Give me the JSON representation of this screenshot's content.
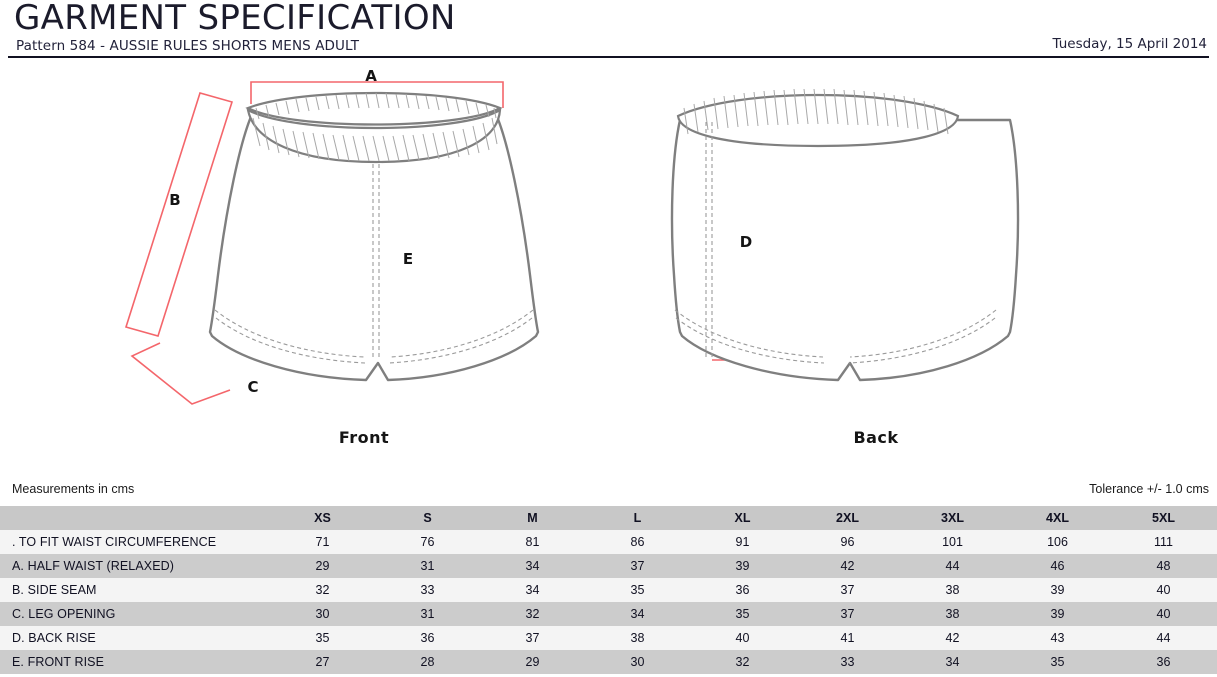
{
  "header": {
    "title": "GARMENT SPECIFICATION",
    "subtitle": "Pattern 584 - AUSSIE RULES SHORTS MENS ADULT",
    "date": "Tuesday, 15 April 2014"
  },
  "figures": {
    "front": {
      "caption": "Front",
      "callouts": {
        "a": "A",
        "b": "B",
        "c": "C",
        "e": "E"
      }
    },
    "back": {
      "caption": "Back",
      "callouts": {
        "d": "D"
      }
    }
  },
  "notes": {
    "units": "Measurements in cms",
    "tolerance": "Tolerance +/- 1.0 cms"
  },
  "colors": {
    "accent_red": "#F4666B",
    "garment_line": "#808080",
    "header_row": "#c8c8c8",
    "row_light": "#f4f4f4",
    "row_dark": "#cccccc"
  },
  "chart_data": {
    "type": "table",
    "title": "Garment measurement size chart",
    "units": "cms",
    "tolerance": "+/- 1.0 cms",
    "columns": [
      "",
      "XS",
      "S",
      "M",
      "L",
      "XL",
      "2XL",
      "3XL",
      "4XL",
      "5XL"
    ],
    "sizes": [
      "XS",
      "S",
      "M",
      "L",
      "XL",
      "2XL",
      "3XL",
      "4XL",
      "5XL"
    ],
    "rows": [
      {
        "label": ". TO FIT WAIST CIRCUMFERENCE",
        "code": ".",
        "values": [
          71,
          76,
          81,
          86,
          91,
          96,
          101,
          106,
          111
        ]
      },
      {
        "label": "A. HALF WAIST (RELAXED)",
        "code": "A",
        "values": [
          29,
          31,
          34,
          37,
          39,
          42,
          44,
          46,
          48
        ]
      },
      {
        "label": "B. SIDE SEAM",
        "code": "B",
        "values": [
          32,
          33,
          34,
          35,
          36,
          37,
          38,
          39,
          40
        ]
      },
      {
        "label": "C. LEG OPENING",
        "code": "C",
        "values": [
          30,
          31,
          32,
          34,
          35,
          37,
          38,
          39,
          40
        ]
      },
      {
        "label": "D. BACK RISE",
        "code": "D",
        "values": [
          35,
          36,
          37,
          38,
          40,
          41,
          42,
          43,
          44
        ]
      },
      {
        "label": "E. FRONT RISE",
        "code": "E",
        "values": [
          27,
          28,
          29,
          30,
          32,
          33,
          34,
          35,
          36
        ]
      }
    ]
  }
}
